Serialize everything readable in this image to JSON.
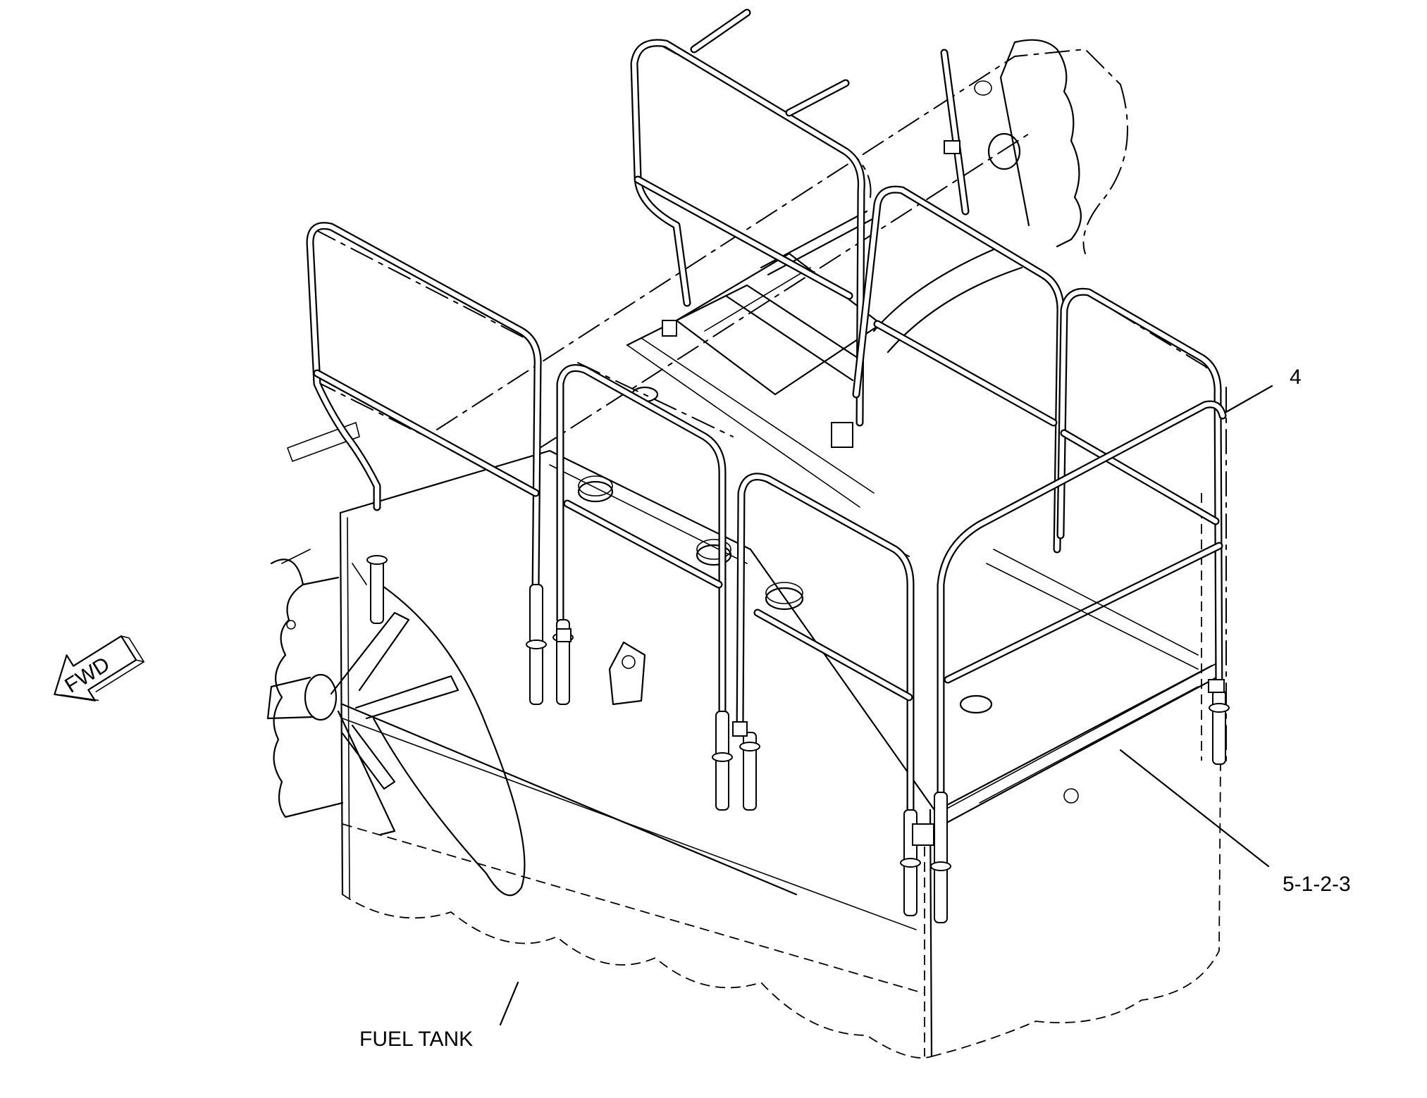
{
  "callouts": {
    "item_4": "4",
    "item_5": "5-1-2-3",
    "fuel_tank": "FUEL TANK"
  },
  "direction_arrow": {
    "label": "FWD"
  }
}
